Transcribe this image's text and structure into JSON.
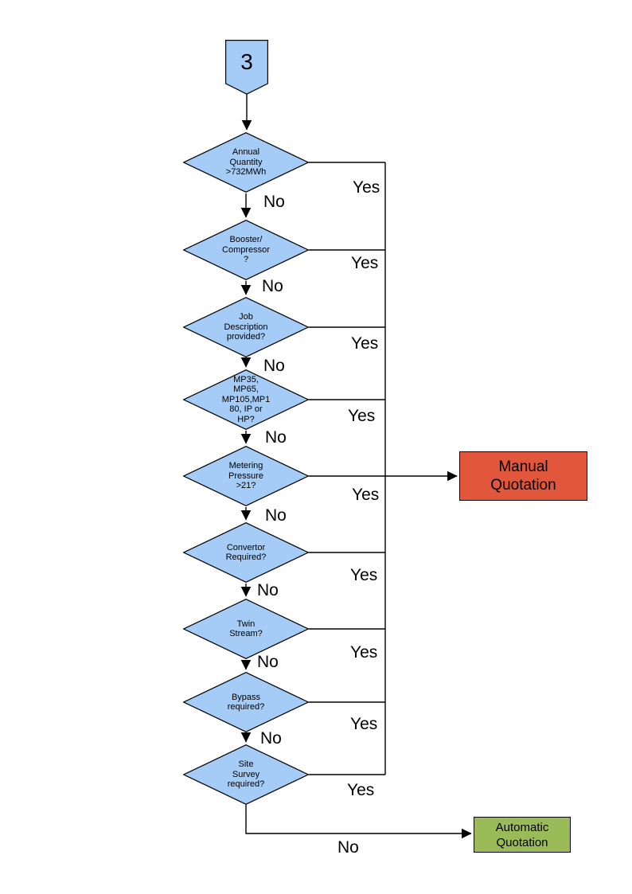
{
  "colors": {
    "decision_fill": "#A5CCF7",
    "start_fill": "#A5CCF7",
    "manual_fill": "#E2573C",
    "automatic_fill": "#9BBB59",
    "line": "#000000"
  },
  "start": {
    "label": "3"
  },
  "decisions": [
    {
      "label": "Annual\nQuantity\n>732MWh",
      "yes_label": "Yes",
      "no_label": "No"
    },
    {
      "label": "Booster/\nCompressor\n?",
      "yes_label": "Yes",
      "no_label": "No"
    },
    {
      "label": "Job\nDescription\nprovided?",
      "yes_label": "Yes",
      "no_label": "No"
    },
    {
      "label": "MP35,\nMP65,\nMP105,MP1\n80, IP or\nHP?",
      "yes_label": "Yes",
      "no_label": "No"
    },
    {
      "label": "Metering\nPressure\n>21?",
      "yes_label": "Yes",
      "no_label": "No"
    },
    {
      "label": "Convertor\nRequired?",
      "yes_label": "Yes",
      "no_label": "No"
    },
    {
      "label": "Twin\nStream?",
      "yes_label": "Yes",
      "no_label": "No"
    },
    {
      "label": "Bypass\nrequired?",
      "yes_label": "Yes",
      "no_label": "No"
    },
    {
      "label": "Site\nSurvey\nrequired?",
      "yes_label": "Yes",
      "no_label": "No"
    }
  ],
  "outcomes": {
    "manual": {
      "label": "Manual\nQuotation"
    },
    "automatic": {
      "label": "Automatic\nQuotation"
    }
  }
}
